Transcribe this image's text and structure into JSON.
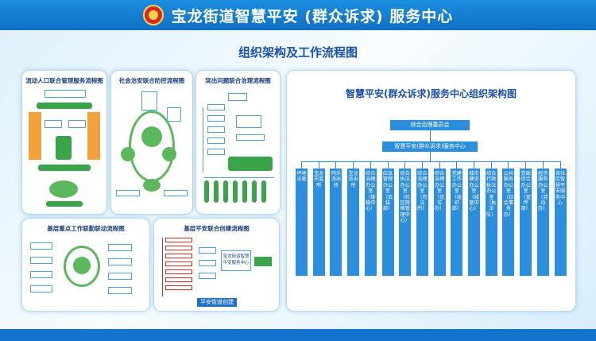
{
  "header": {
    "title": "宝龙街道智慧平安 (群众诉求) 服务中心"
  },
  "subtitle": "组织架构及工作流程图",
  "panels": {
    "p1": "流动人口联合管理服务流程图",
    "p2": "社会治安联合防控流程图",
    "p3": "突出问题联合治理流程图",
    "p4": "基层重点工作联勤联动流程图",
    "p5": "基层平安联合创建流程图",
    "p5_center": "宝龙街道智慧平安服务中心",
    "p5_footer": "平安街道创建"
  },
  "org": {
    "title": "智慧平安(群众诉求)服务中心组织架构图",
    "top": "综合治理委员会",
    "second": "智慧平安(群众诉求)服务中心",
    "depts": [
      "坪地法庭",
      "宝龙市监所",
      "同乐派出所",
      "宝龙派出所",
      "综合治理办公室（维稳中心）",
      "应急管理办公室（武装部）",
      "综合执法办公室（社区网格管理中心）",
      "综合治理办公室（司法所）",
      "综合治理办公室（信访办）",
      "党建工作办公室（组织部）",
      "城市建设办公室（城管中心）",
      "综合行政执法办公室（执法队）",
      "公共服务办公室（社会事务办）",
      "党政综合办公室（宣传部）",
      "经济服务办公室（劳动办）",
      "各社区智慧平安服务中心"
    ]
  },
  "colors": {
    "header": "#1473cc",
    "accent": "#2b8fde",
    "green": "#3aa44a",
    "orange": "#f2a23a"
  }
}
